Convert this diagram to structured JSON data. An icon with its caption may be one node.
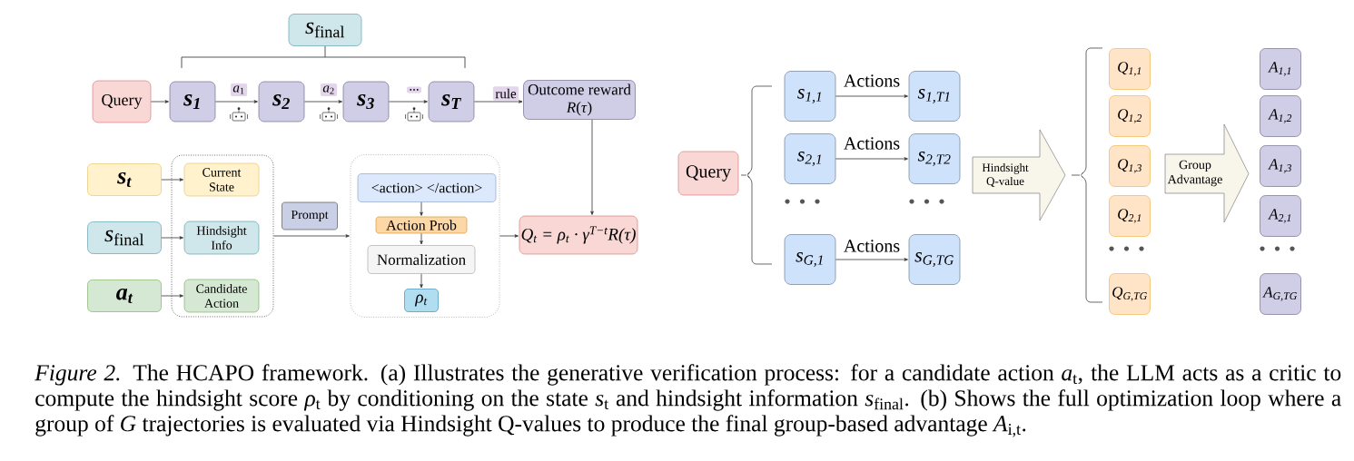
{
  "diagram": {
    "nodes": [
      {
        "text": [
          "*s*$_{final}$"
        ]
      },
      {
        "text": [
          "Query"
        ]
      },
      {
        "text": [
          "s$_{1}$"
        ]
      },
      {
        "text": [
          "s$_{2}$"
        ]
      },
      {
        "text": [
          "s$_{3}$"
        ]
      },
      {
        "text": [
          "s$_{T}$"
        ]
      },
      {
        "text": [
          "Outcome reward",
          "*R*(*τ*)"
        ]
      },
      {
        "text": [
          "s$_{t}$"
        ]
      },
      {
        "text": [
          "*s*$_{final}$"
        ]
      },
      {
        "text": [
          "a$_{t}$"
        ]
      },
      {
        "text": [],
        "shape": "box"
      },
      {
        "text": [
          "Current State"
        ],
        "in": 10
      },
      {
        "text": [
          "Hindsight Info"
        ],
        "in": 10
      },
      {
        "text": [
          "Candidate Action"
        ],
        "in": 10
      },
      {
        "text": [],
        "shape": "box"
      },
      {
        "text": [
          "<action> </action>"
        ],
        "in": 14
      },
      {
        "text": [
          "Action Prob"
        ],
        "in": 14
      },
      {
        "text": [
          "Normalization"
        ],
        "in": 14
      },
      {
        "text": [
          "ρ$_{t}$"
        ],
        "in": 14
      },
      {
        "text": [
          "Q$_{t}$ = ρ$_{t}$ · γ$^{T−t}$R(τ)"
        ]
      },
      {
        "text": [
          "Query"
        ]
      },
      {
        "text": [
          "s$_{1,1}$"
        ]
      },
      {
        "text": [
          "s$_{1,T1}$"
        ]
      },
      {
        "text": [
          "s$_{2,1}$"
        ]
      },
      {
        "text": [
          "s$_{2,T2}$"
        ]
      },
      {
        "text": [
          "s$_{G,1}$"
        ]
      },
      {
        "text": [
          "s$_{G,TG}$"
        ]
      },
      {
        "text": [
          "Hindsight Q-value"
        ]
      },
      {
        "text": [
          "Q$_{1,1}$"
        ]
      },
      {
        "text": [
          "Q$_{1,2}$"
        ]
      },
      {
        "text": [
          "Q$_{1,3}$"
        ]
      },
      {
        "text": [
          "Q$_{2,1}$"
        ]
      },
      {
        "text": [
          "Q$_{G,TG}$"
        ]
      },
      {
        "text": [
          "Group Advantage"
        ]
      },
      {
        "text": [
          "A$_{1,1}$"
        ]
      },
      {
        "text": [
          "A$_{1,2}$"
        ]
      },
      {
        "text": [
          "A$_{1,3}$"
        ]
      },
      {
        "text": [
          "A$_{2,1}$"
        ]
      },
      {
        "text": [
          "A$_{G,TG}$"
        ]
      }
    ],
    "edges": [
      {
        "from": 1,
        "to": 2,
        "arrow": "to"
      },
      {
        "from": 2,
        "to": 3,
        "arrow": "to",
        "label": "*a*$_{1}$"
      },
      {
        "from": 3,
        "to": 4,
        "arrow": "to",
        "label": "*a*$_{2}$"
      },
      {
        "from": 4,
        "to": 5,
        "arrow": "to",
        "label": "..."
      },
      {
        "from": 5,
        "to": 6,
        "arrow": "to",
        "label": "rule"
      },
      {
        "from": 6,
        "to": 19,
        "arrow": "to"
      },
      {
        "from": 7,
        "to": 11,
        "arrow": "to"
      },
      {
        "from": 8,
        "to": 12,
        "arrow": "to"
      },
      {
        "from": 9,
        "to": 13,
        "arrow": "to"
      },
      {
        "from": 10,
        "to": 14,
        "arrow": "to",
        "label": "Prompt"
      },
      {
        "from": 15,
        "to": 16,
        "arrow": "to"
      },
      {
        "from": 16,
        "to": 17,
        "arrow": "to"
      },
      {
        "from": 17,
        "to": 18,
        "arrow": "to"
      },
      {
        "from": 14,
        "to": 19,
        "arrow": "to"
      },
      {
        "from": 21,
        "to": 22,
        "arrow": "to",
        "label": "Actions"
      },
      {
        "from": 23,
        "to": 24,
        "arrow": "to",
        "label": "Actions"
      },
      {
        "from": 25,
        "to": 26,
        "arrow": "to",
        "label": "Actions"
      }
    ],
    "caption": "*Figure 2.* The HCAPO framework. (a) Illustrates the generative verification process: for a candidate action *a*$_{t}$, the LLM acts as a critic to compute the hindsight score *ρ*$_{t}$ by conditioning on the state *s*$_{t}$ and hindsight information *s*$_{final}$. (b) Shows the full optimization loop where a group of *G* trajectories is evaluated via Hindsight Q-values to produce the final group-based advantage *A*$_{i,t}$."
  }
}
